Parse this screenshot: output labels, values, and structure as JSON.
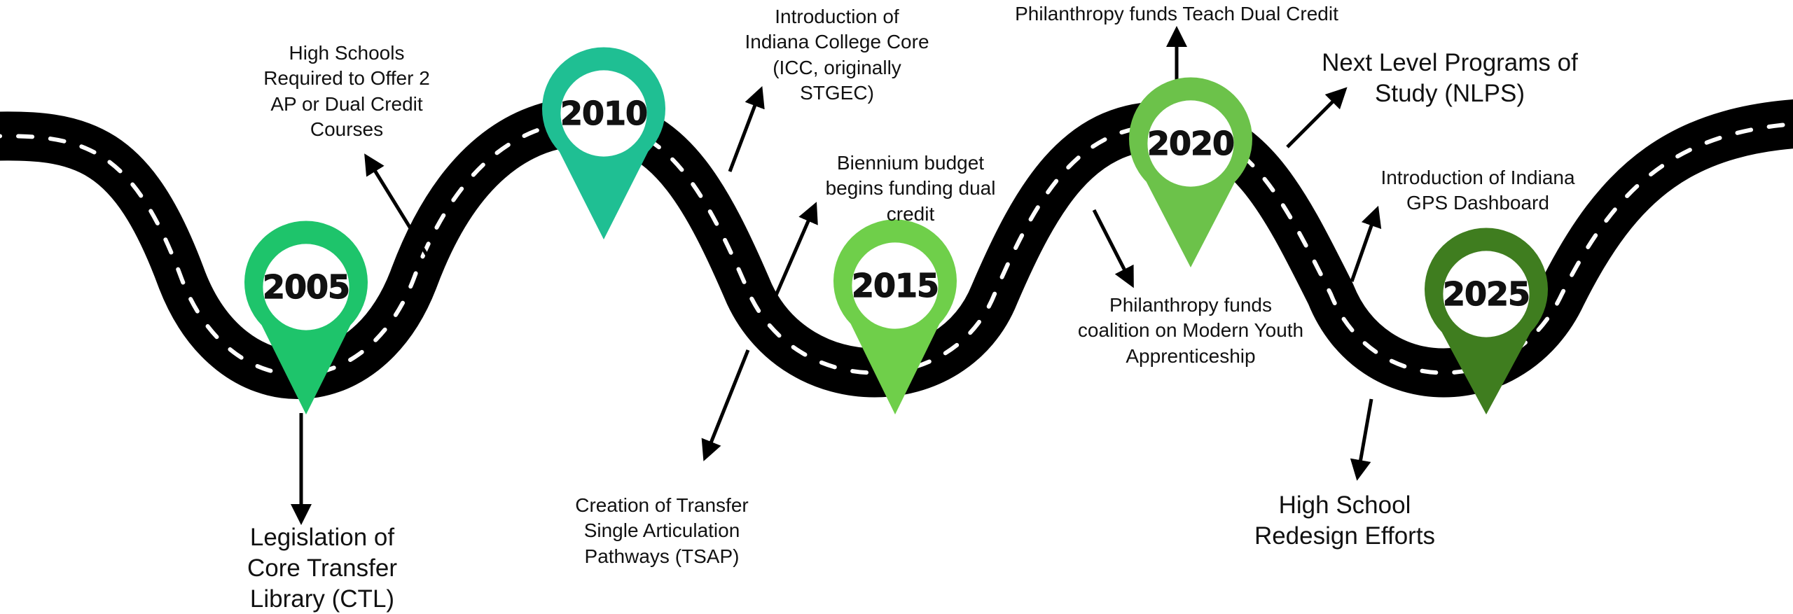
{
  "milestones": [
    {
      "year": "2005",
      "color": "#1ec46b"
    },
    {
      "year": "2010",
      "color": "#1fbf93"
    },
    {
      "year": "2015",
      "color": "#6fcf4a"
    },
    {
      "year": "2020",
      "color": "#6cc24a"
    },
    {
      "year": "2025",
      "color": "#3f7d1f"
    }
  ],
  "events": [
    {
      "text": "Legislation of\nCore Transfer\nLibrary (CTL)"
    },
    {
      "text": "High Schools\nRequired to Offer 2\nAP or Dual Credit\nCourses"
    },
    {
      "text": "Introduction of\nIndiana College Core\n(ICC, originally\nSTGEC)"
    },
    {
      "text": "Creation of Transfer\nSingle Articulation\nPathways (TSAP)"
    },
    {
      "text": "Biennium budget\nbegins funding dual\ncredit"
    },
    {
      "text": "Philanthropy funds Teach Dual Credit"
    },
    {
      "text": "Philanthropy funds\ncoalition on Modern Youth\nApprenticeship"
    },
    {
      "text": "Next Level Programs of\nStudy (NLPS)"
    },
    {
      "text": "Introduction of Indiana\nGPS Dashboard"
    },
    {
      "text": "High School\nRedesign Efforts"
    }
  ],
  "colors": {
    "road": "#000000",
    "lane": "#ffffff",
    "arrow": "#000000"
  }
}
